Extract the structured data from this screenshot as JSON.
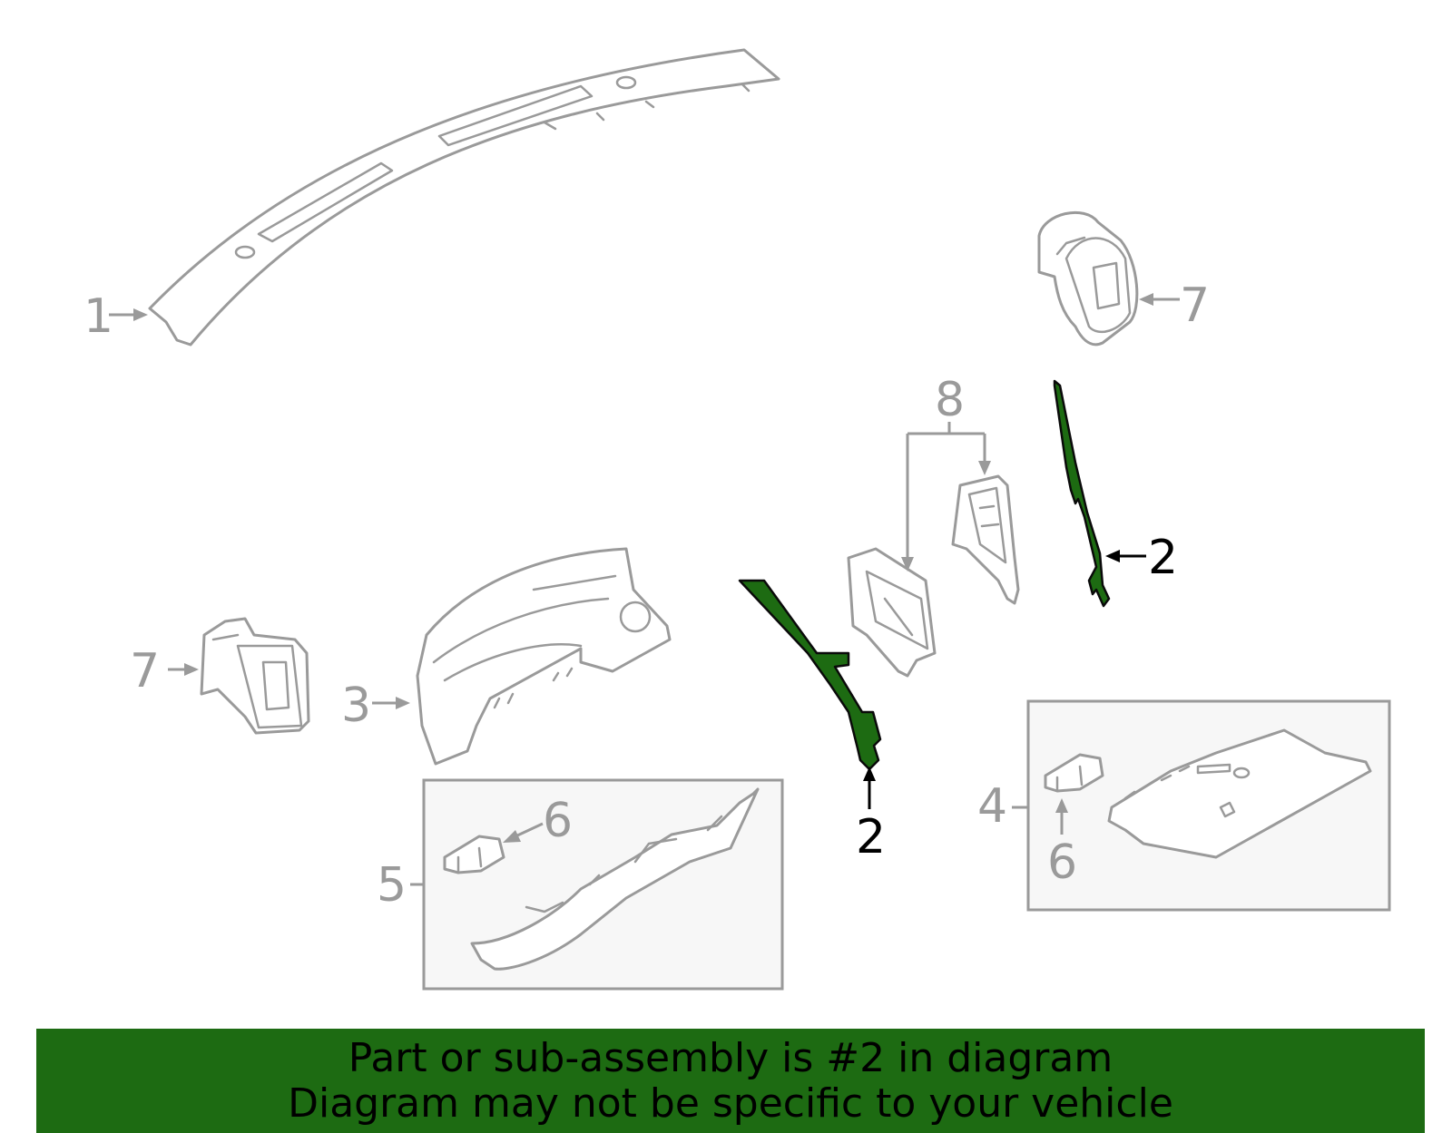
{
  "callouts": {
    "part_1": "1",
    "part_2_upper": "2",
    "part_2_lower": "2",
    "part_3": "3",
    "part_4": "4",
    "part_5": "5",
    "part_6_left": "6",
    "part_6_right": "6",
    "part_7_top": "7",
    "part_7_left": "7",
    "part_8": "8"
  },
  "highlighted_part": "2",
  "colors": {
    "highlight": "#1d6b12",
    "outline": "#9a9a9a",
    "box_fill": "#f7f7f7"
  },
  "banner": {
    "line1": "Part or sub-assembly is #2 in diagram",
    "line2": "Diagram may not be specific to your vehicle"
  }
}
